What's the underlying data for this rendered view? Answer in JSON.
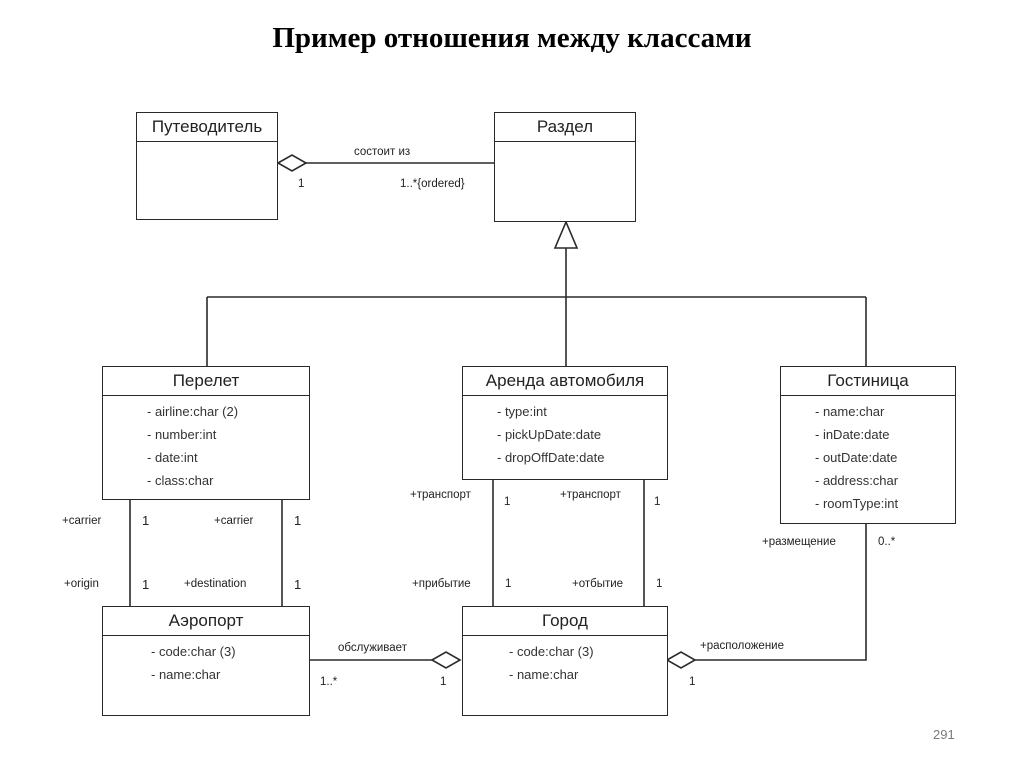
{
  "title": "Пример отношения между классами",
  "page_number": "291",
  "classes": {
    "guide": {
      "name": "Путеводитель",
      "attrs": []
    },
    "section": {
      "name": "Раздел",
      "attrs": []
    },
    "flight": {
      "name": "Перелет",
      "attrs": [
        "-  airline:char (2)",
        "-  number:int",
        "-  date:int",
        "-  class:char"
      ]
    },
    "rental": {
      "name": "Аренда автомобиля",
      "attrs": [
        "-  type:int",
        "-  pickUpDate:date",
        "-  dropOffDate:date"
      ]
    },
    "hotel": {
      "name": "Гостиница",
      "attrs": [
        "-  name:char",
        "-  inDate:date",
        "-  outDate:date",
        "-  address:char",
        "-  roomType:int"
      ]
    },
    "airport": {
      "name": "Аэропорт",
      "attrs": [
        "-  code:char (3)",
        "-  name:char"
      ]
    },
    "city": {
      "name": "Город",
      "attrs": [
        "-  code:char (3)",
        "-  name:char"
      ]
    }
  },
  "labels": {
    "consists_of": "состоит  из",
    "guide_mult": "1",
    "section_mult": "1..*{ordered}",
    "carrier_left": "+carrier",
    "carrier_left_mult": "1",
    "carrier_right": "+carrier",
    "carrier_right_mult": "1",
    "origin": "+origin",
    "origin_mult": "1",
    "destination": "+destination",
    "destination_mult": "1",
    "transport_left": "+транспорт",
    "transport_left_mult": "1",
    "transport_right": "+транспорт",
    "transport_right_mult": "1",
    "arrival": "+прибытие",
    "arrival_mult": "1",
    "departure": "+отбытие",
    "departure_mult": "1",
    "accommodation": "+размещение",
    "accommodation_mult": "0..*",
    "serves": "обслуживает",
    "serves_airport_mult": "1..*",
    "serves_city_mult": "1",
    "location": "+расположение",
    "location_mult": "1"
  },
  "colors": {
    "line": "#2a2a2a",
    "text": "#222222",
    "page_number": "#7a7a7a"
  }
}
